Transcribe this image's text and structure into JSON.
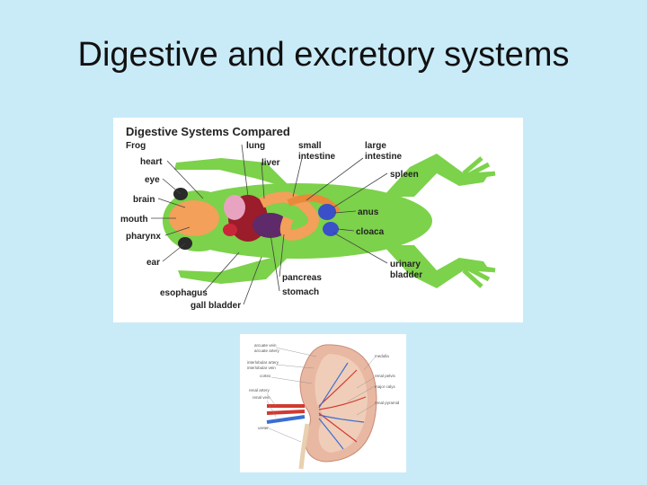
{
  "slide": {
    "title": "Digestive and excretory systems"
  },
  "frog_diagram": {
    "title": "Digestive Systems Compared",
    "subtitle": "Frog",
    "labels": {
      "heart": "heart",
      "eye": "eye",
      "brain": "brain",
      "mouth": "mouth",
      "pharynx": "pharynx",
      "ear": "ear",
      "esophagus": "esophagus",
      "gall_bladder": "gall bladder",
      "lung": "lung",
      "liver": "liver",
      "small_intestine_1": "small",
      "small_intestine_2": "intestine",
      "large_intestine_1": "large",
      "large_intestine_2": "intestine",
      "spleen": "spleen",
      "anus": "anus",
      "cloaca": "cloaca",
      "urinary_bladder_1": "urinary",
      "urinary_bladder_2": "bladder",
      "pancreas": "pancreas",
      "stomach": "stomach"
    }
  },
  "kidney_diagram": {
    "labels": {
      "arcuate": "arcuate vein",
      "arcuate_2": "arcuate artery",
      "interlobular": "interlobular artery",
      "interlobular_2": "interlobular vein",
      "cortex": "cortex",
      "renal_artery": "renal artery",
      "renal_vein": "renal vein",
      "ureter": "ureter",
      "medulla": "medulla",
      "renal_pelvis": "renal pelvis",
      "major_calyx": "major calyx",
      "renal_pyramid": "renal pyramid"
    }
  },
  "colors": {
    "background": "#c9ebf8",
    "frog_body": "#7cd24a",
    "organ_orange": "#f2a05a",
    "organ_red": "#9b1c2a",
    "organ_blue": "#3a4fc8",
    "kidney_tissue": "#e8b8a2",
    "vessel_red": "#d03a30",
    "vessel_blue": "#3a6fd0"
  }
}
